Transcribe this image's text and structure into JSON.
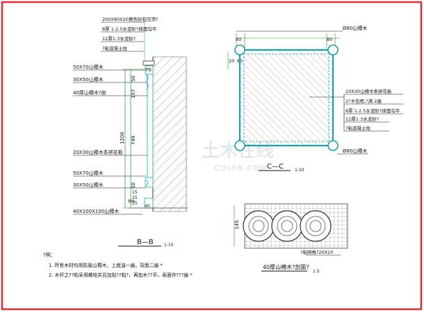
{
  "colors": {
    "frame": "#e8262b",
    "ink": "#111111",
    "dim": "#1a9a1a",
    "leader": "#2ab8b8",
    "hatch": "#8a8a8a",
    "log": "#18a0a8",
    "watermark": "#dfe7ec"
  },
  "section_bb": {
    "title": "B—B",
    "scale": "1:10",
    "labels": [
      "200X80X20黄色砂石压顶?",
      "8厚 1:2.5水泥砂?抹面勾平",
      "12厚1:3水泥砂?",
      "?粘混凝土柱",
      "50X70山樽木",
      "30X50山樽木",
      "40厚山樽木?剖",
      "20X30山樽木条拼花板",
      "50X70山樽木",
      "30X50山樽木",
      "40X100X100山樽木"
    ],
    "dims": [
      "70",
      "50",
      "157",
      "749",
      "1200",
      "50",
      "15",
      "25",
      "25",
      "40"
    ],
    "small_label": "桂树"
  },
  "section_cc": {
    "title": "C—C",
    "scale": "1:10",
    "dims_top": [
      "80",
      "80"
    ],
    "dims_left": [
      "20",
      "80"
    ],
    "top_label": "Ø80山樽木",
    "bottom_label": "Ø80山樽木",
    "labels": [
      "20X30山樽木条拼花板",
      "2?木包框,?满 2遍",
      "8厚 1:2.5水泥砂?抹面勾平",
      "12厚1:3水泥砂?",
      "?粘混凝土柱"
    ]
  },
  "detail": {
    "dim": "145",
    "label": "?粘网格?20X20",
    "title": "40厚山樽木?剖面?",
    "scale": "1:5"
  },
  "notes": {
    "heading": "?明：",
    "items": [
      "1. 所有木材均用防腐山樽木，上底油一遍，背面二遍 *",
      "2. 木杆之??粘采用螺栓并且加贴??粘?，再加木??平，表面作???遍 *"
    ]
  },
  "watermark": {
    "main": "土木在线",
    "sub": "COI88.COM"
  }
}
